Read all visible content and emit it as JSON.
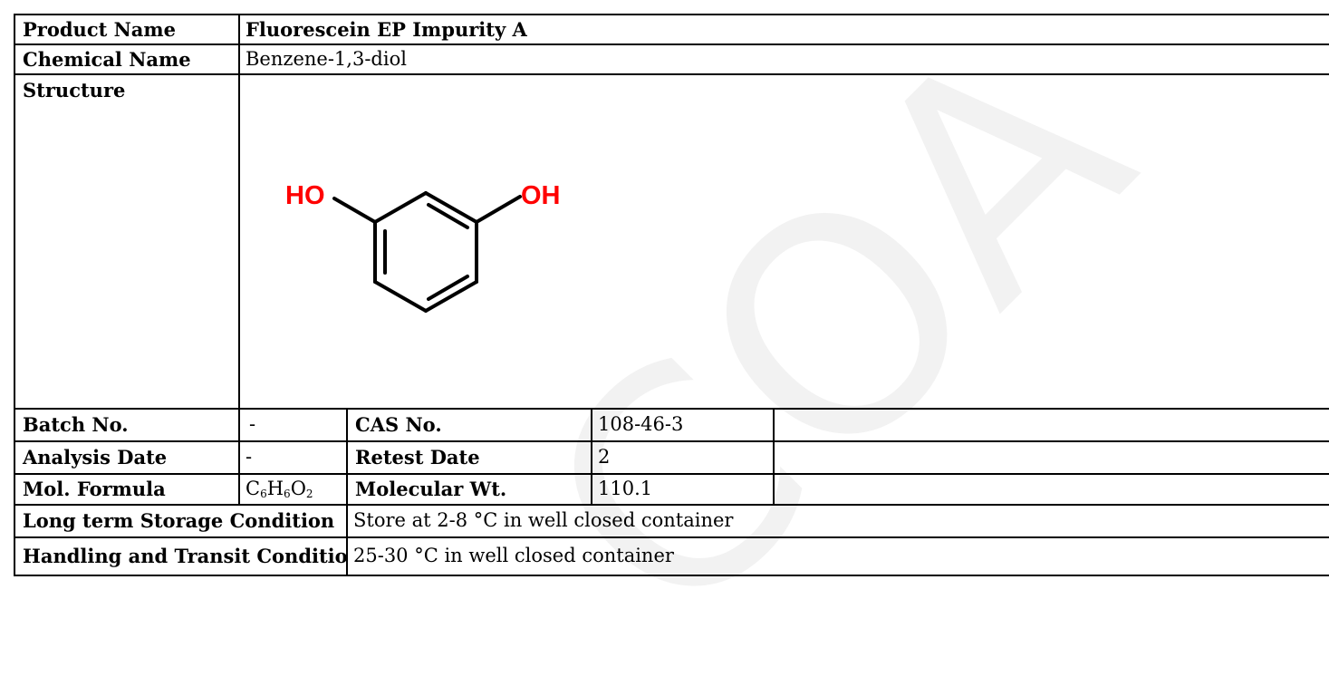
{
  "product_name_label": "Product Name",
  "product_name_value": "Fluorescein EP Impurity A",
  "chemical_name_label": "Chemical Name",
  "chemical_name_value": "Benzene-1,3-diol",
  "structure_label": "Structure",
  "structure": {
    "left_group": "HO",
    "right_group": "OH",
    "heteroatom_color": "#ff0000"
  },
  "batch_no_label": "Batch No.",
  "batch_no_value": "-",
  "cas_no_label": "CAS No.",
  "cas_no_value": "108-46-3",
  "analysis_date_label": "Analysis Date",
  "analysis_date_value": "-",
  "retest_date_label": "Retest Date",
  "retest_date_value": "2",
  "mol_formula_label": "Mol. Formula",
  "mol_formula": {
    "c": "C",
    "c_count": "6",
    "h": "H",
    "h_count": "6",
    "o": "O",
    "o_count": "2"
  },
  "molecular_wt_label": "Molecular Wt.",
  "molecular_wt_value": "110.1",
  "storage_label": "Long term Storage Condition",
  "storage_value": "Store at 2-8 °C in well closed container",
  "transit_label": "Handling and Transit Condition",
  "transit_value": "25-30 °C in well closed container",
  "watermark_text": "COA",
  "watermark_color": "#f2f2f2",
  "border_color": "#000000"
}
